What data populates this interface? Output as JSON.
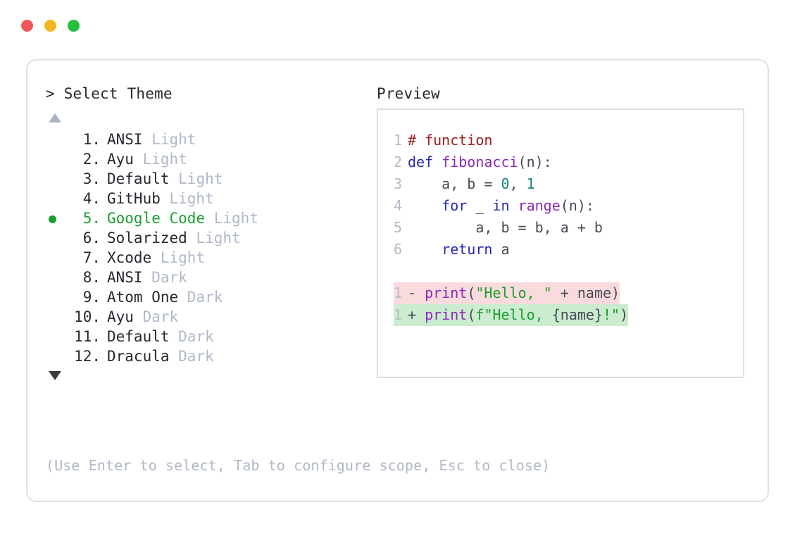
{
  "window": {
    "traffic_lights": [
      {
        "name": "close",
        "color": "#f2575a"
      },
      {
        "name": "minimize",
        "color": "#f5b720"
      },
      {
        "name": "maximize",
        "color": "#25bf3c"
      }
    ]
  },
  "prompt": {
    "caret": ">",
    "title": "Select Theme"
  },
  "scroll": {
    "up_arrow": "▲",
    "down_arrow": "▼",
    "up_enabled": false,
    "down_enabled": true
  },
  "selection": {
    "selected_index": 5,
    "bullet_color": "#1a9e2e"
  },
  "themes": [
    {
      "num": "1.",
      "name": "ANSI",
      "variant": "Light",
      "selected": false
    },
    {
      "num": "2.",
      "name": "Ayu",
      "variant": "Light",
      "selected": false
    },
    {
      "num": "3.",
      "name": "Default",
      "variant": "Light",
      "selected": false
    },
    {
      "num": "4.",
      "name": "GitHub",
      "variant": "Light",
      "selected": false
    },
    {
      "num": "5.",
      "name": "Google Code",
      "variant": "Light",
      "selected": true
    },
    {
      "num": "6.",
      "name": "Solarized",
      "variant": "Light",
      "selected": false
    },
    {
      "num": "7.",
      "name": "Xcode",
      "variant": "Light",
      "selected": false
    },
    {
      "num": "8.",
      "name": "ANSI",
      "variant": "Dark",
      "selected": false
    },
    {
      "num": "9.",
      "name": "Atom One",
      "variant": "Dark",
      "selected": false
    },
    {
      "num": "10.",
      "name": "Ayu",
      "variant": "Dark",
      "selected": false
    },
    {
      "num": "11.",
      "name": "Default",
      "variant": "Dark",
      "selected": false
    },
    {
      "num": "12.",
      "name": "Dracula",
      "variant": "Dark",
      "selected": false
    }
  ],
  "preview": {
    "heading": "Preview",
    "code_lines": [
      {
        "ln": "1",
        "tokens": [
          {
            "t": "# function",
            "c": "comment"
          }
        ]
      },
      {
        "ln": "2",
        "tokens": [
          {
            "t": "def ",
            "c": "kw"
          },
          {
            "t": "fibonacci",
            "c": "fn"
          },
          {
            "t": "(n):",
            "c": "punct"
          }
        ]
      },
      {
        "ln": "3",
        "tokens": [
          {
            "t": "    a, b = ",
            "c": "plain"
          },
          {
            "t": "0",
            "c": "num"
          },
          {
            "t": ", ",
            "c": "plain"
          },
          {
            "t": "1",
            "c": "num"
          }
        ]
      },
      {
        "ln": "4",
        "tokens": [
          {
            "t": "    ",
            "c": "plain"
          },
          {
            "t": "for",
            "c": "kw"
          },
          {
            "t": " _ ",
            "c": "plain"
          },
          {
            "t": "in",
            "c": "kw"
          },
          {
            "t": " ",
            "c": "plain"
          },
          {
            "t": "range",
            "c": "fn"
          },
          {
            "t": "(n):",
            "c": "punct"
          }
        ]
      },
      {
        "ln": "5",
        "tokens": [
          {
            "t": "        a, b = b, a + b",
            "c": "plain"
          }
        ]
      },
      {
        "ln": "6",
        "tokens": [
          {
            "t": "    ",
            "c": "plain"
          },
          {
            "t": "return",
            "c": "kw"
          },
          {
            "t": " a",
            "c": "plain"
          }
        ]
      }
    ],
    "diff_lines": [
      {
        "ln": "1",
        "sign": "-",
        "kind": "deleted",
        "bg": "#fadbdd",
        "tokens": [
          {
            "t": "print",
            "c": "fn"
          },
          {
            "t": "(",
            "c": "punct"
          },
          {
            "t": "\"Hello, \"",
            "c": "str"
          },
          {
            "t": " + name)",
            "c": "plain"
          }
        ]
      },
      {
        "ln": "1",
        "sign": "+",
        "kind": "added",
        "bg": "#cbeccf",
        "tokens": [
          {
            "t": "print",
            "c": "fn"
          },
          {
            "t": "(",
            "c": "punct"
          },
          {
            "t": "f\"Hello, ",
            "c": "str"
          },
          {
            "t": "{name}",
            "c": "plain"
          },
          {
            "t": "!\"",
            "c": "str"
          },
          {
            "t": ")",
            "c": "punct"
          }
        ]
      }
    ]
  },
  "hint": "(Use Enter to select, Tab to configure scope, Esc to close)"
}
